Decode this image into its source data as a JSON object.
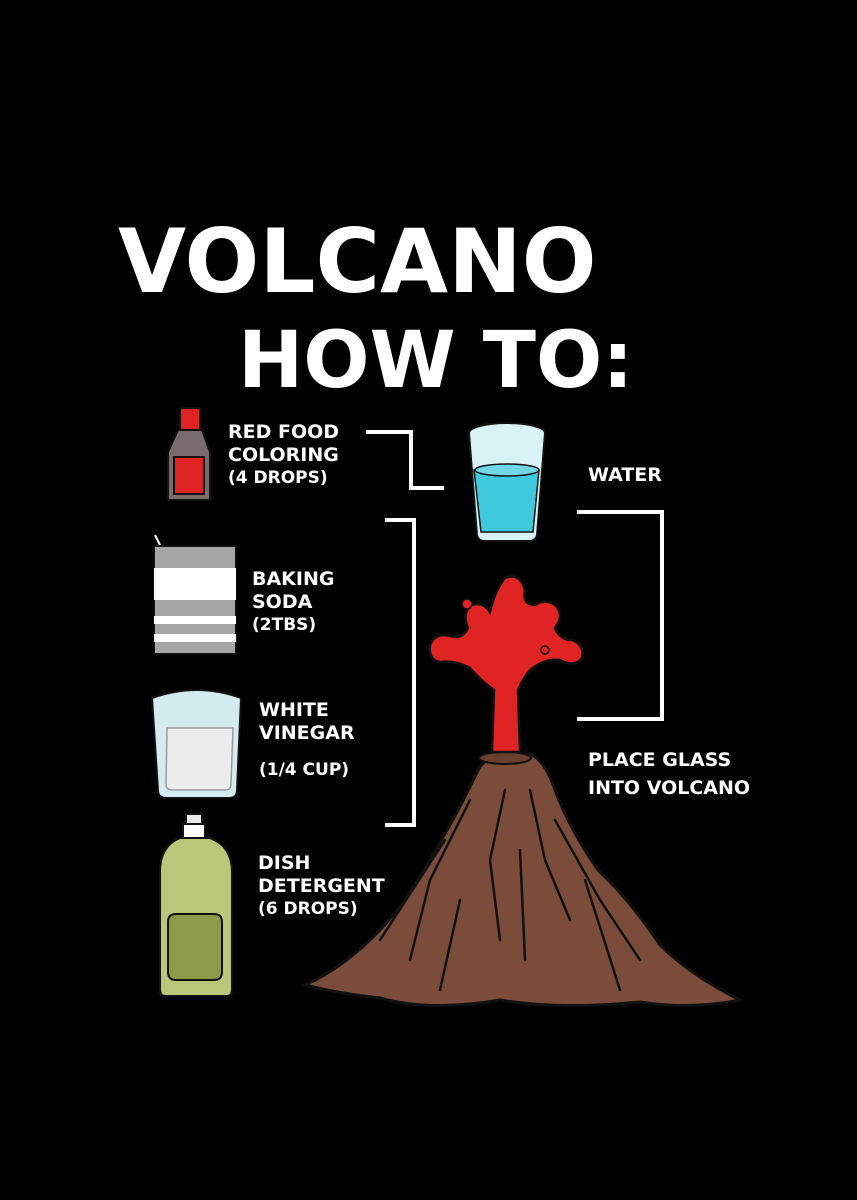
{
  "title": {
    "line1": "VOLCANO",
    "line2": "HOW TO:"
  },
  "ingredients": [
    {
      "name": "red-food-coloring",
      "lines": [
        "RED FOOD",
        "COLORING",
        "(4 DROPS)"
      ],
      "icon": "ketchup-bottle-icon",
      "color": "#e02424"
    },
    {
      "name": "baking-soda",
      "lines": [
        "BAKING",
        "SODA",
        "(2TBS)"
      ],
      "icon": "baking-soda-box-icon",
      "color": "#a6a6a6"
    },
    {
      "name": "white-vinegar",
      "lines": [
        "WHITE",
        "VINEGAR",
        "(1/4 CUP)"
      ],
      "icon": "measuring-cup-icon",
      "color": "#ececec"
    },
    {
      "name": "dish-detergent",
      "lines": [
        "DISH",
        "DETERGENT",
        "(6 DROPS)"
      ],
      "icon": "detergent-bottle-icon",
      "color": "#b9c77a"
    }
  ],
  "water": {
    "label": "WATER",
    "icon": "water-glass-icon",
    "color": "#3fc9dc"
  },
  "instruction": {
    "lines": [
      "PLACE GLASS",
      "INTO VOLCANO"
    ]
  },
  "volcano": {
    "icon": "volcano-icon",
    "lava_color": "#e02424",
    "mountain_color": "#7b4c3a"
  }
}
